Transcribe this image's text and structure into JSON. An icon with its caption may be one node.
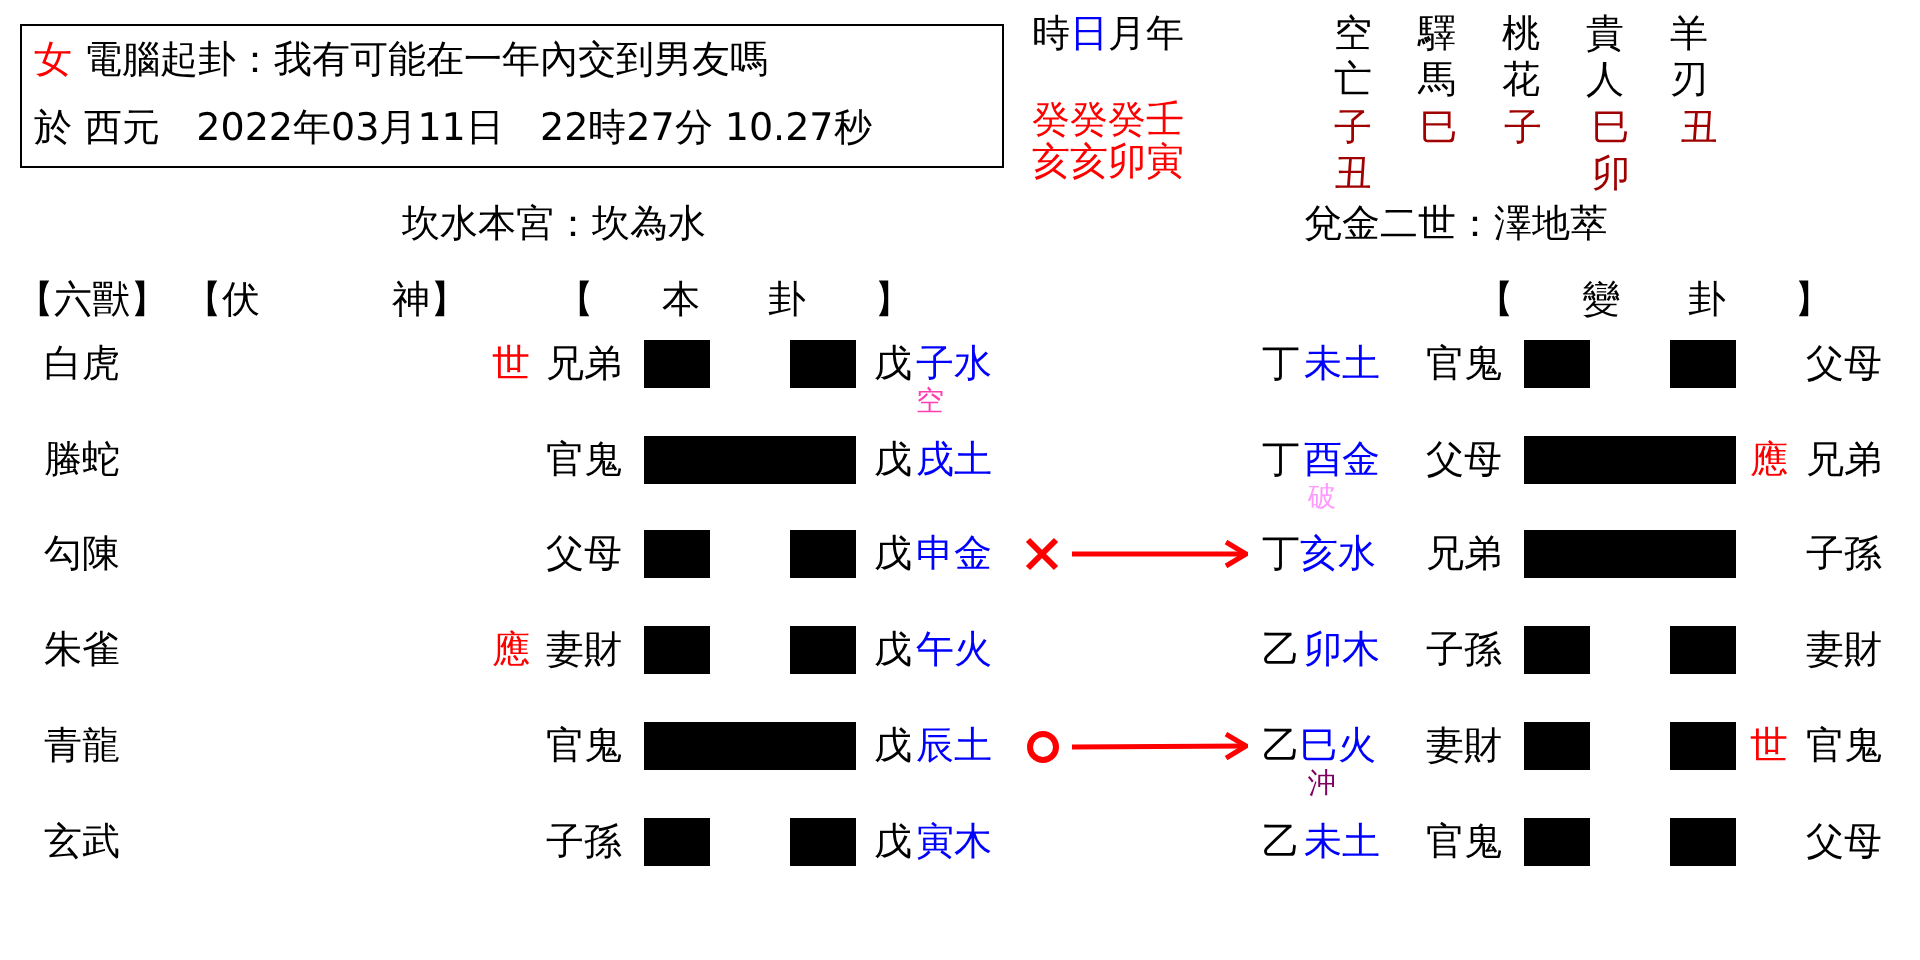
{
  "diagram": {
    "nodes": [
      {
        "text": [
          "女",
          "電腦起卦：我有可能在一年內交到男友嗎",
          "於 西元   2022年03月11日   22時27分 10.27秒"
        ]
      },
      {
        "text": [],
        "shape": "cross"
      },
      {
        "text": [
          "丁",
          "亥水"
        ]
      },
      {
        "text": [],
        "shape": "circle"
      },
      {
        "text": [
          "乙",
          "巳火"
        ]
      }
    ],
    "edges": [
      {
        "from": 1,
        "to": 2,
        "arrow": "to"
      },
      {
        "from": 3,
        "to": 4,
        "arrow": "to"
      }
    ],
    "labels": [
      "時",
      "日",
      "月年",
      "癸癸癸壬",
      "亥亥卯寅",
      "空亡",
      "驛馬",
      "桃花",
      "貴人",
      "羊刃",
      "子丑",
      "巳",
      "子",
      "巳卯",
      "丑",
      "坎水本宮：坎為水",
      "兌金二世：澤地萃",
      "【六獸】",
      "【伏 神】",
      "【 本 卦 】",
      "【 變 卦 】",
      "白虎",
      "世",
      "兄弟",
      "戊",
      "子水",
      "空",
      "丁",
      "未土",
      "官鬼",
      "父母",
      "螣蛇",
      "官鬼",
      "戊",
      "戌土",
      "丁",
      "酉金",
      "破",
      "父母",
      "應",
      "兄弟",
      "勾陳",
      "父母",
      "戊",
      "申金",
      "兄弟",
      "子孫",
      "朱雀",
      "應",
      "妻財",
      "戊",
      "午火",
      "乙",
      "卯木",
      "子孫",
      "妻財",
      "青龍",
      "官鬼",
      "戊",
      "辰土",
      "沖",
      "妻財",
      "世",
      "官鬼",
      "玄武",
      "子孫",
      "戊",
      "寅木",
      "乙",
      "未土",
      "官鬼",
      "父母"
    ]
  }
}
